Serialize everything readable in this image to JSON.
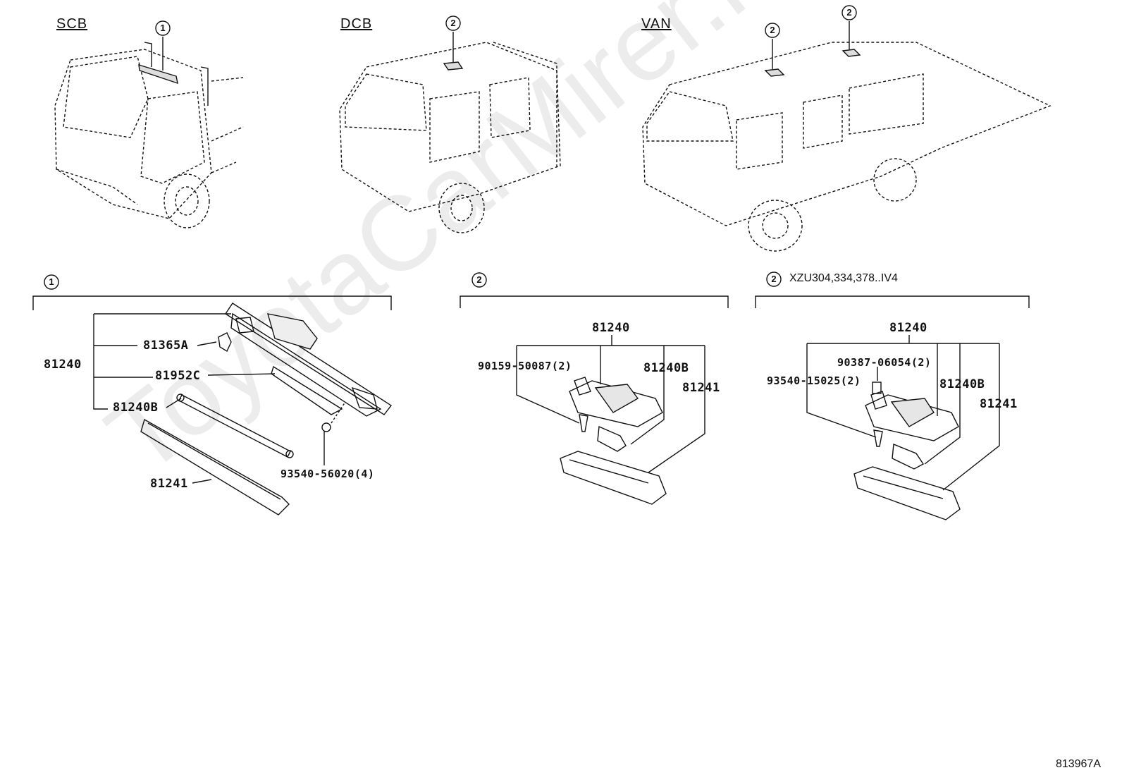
{
  "vehicles": {
    "scb": "SCB",
    "dcb": "DCB",
    "van": "VAN"
  },
  "callouts": {
    "one": "1",
    "two": "2"
  },
  "groups": {
    "g3_code": "XZU304,334,378..IV4"
  },
  "parts_g1": {
    "p81240": "81240",
    "p81365A": "81365A",
    "p81952C": "81952C",
    "p81240B": "81240B",
    "p81241": "81241",
    "p93540": "93540-56020(4)"
  },
  "parts_g2": {
    "p81240": "81240",
    "p90159": "90159-50087(2)",
    "p81240B": "81240B",
    "p81241": "81241"
  },
  "parts_g3": {
    "p81240": "81240",
    "p90387": "90387-06054(2)",
    "p93540": "93540-15025(2)",
    "p81240B": "81240B",
    "p81241": "81241"
  },
  "watermark": "ToyotaCarMirer.ru",
  "footer_code": "813967A"
}
